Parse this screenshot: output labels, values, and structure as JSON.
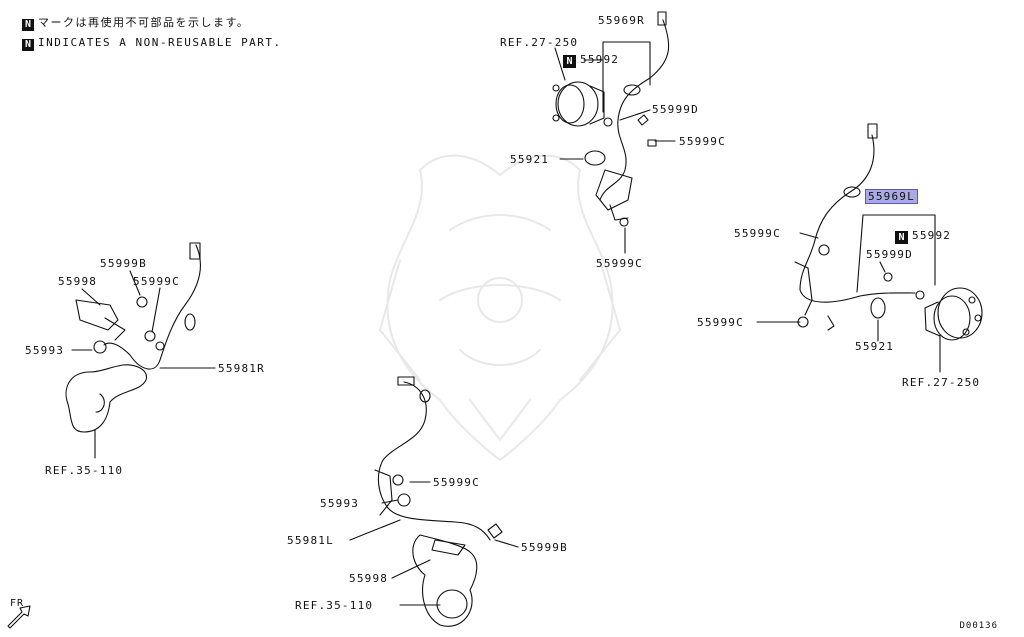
{
  "legend": {
    "n_mark": "N",
    "line_jp": "マークは再使用不可部品を示します。",
    "line_en": "INDICATES A NON-REUSABLE PART."
  },
  "labels": {
    "rear_sensor_r": "55969R",
    "ref_27_250_top": "REF.27-250",
    "part_55992_top": "55992",
    "part_55999d_top": "55999D",
    "part_55999c_top_right": "55999C",
    "part_55921_top": "55921",
    "part_55999c_top_bottom": "55999C",
    "rear_sensor_l": "55969L",
    "part_55999c_right_upper": "55999C",
    "part_55992_right": "55992",
    "part_55999d_right": "55999D",
    "part_55999c_right_lower": "55999C",
    "part_55921_right": "55921",
    "ref_27_250_right": "REF.27-250",
    "part_55999b_left": "55999B",
    "part_55998_left": "55998",
    "part_55999c_left": "55999C",
    "part_55993_left": "55993",
    "front_sensor_r": "55981R",
    "ref_35_110_left": "REF.35-110",
    "part_55999c_bottom": "55999C",
    "part_55993_bottom": "55993",
    "front_sensor_l": "55981L",
    "part_55999b_bottom": "55999B",
    "part_55998_bottom": "55998",
    "ref_35_110_bottom": "REF.35-110",
    "fr_arrow": "FR",
    "diagram_code": "D00136"
  }
}
